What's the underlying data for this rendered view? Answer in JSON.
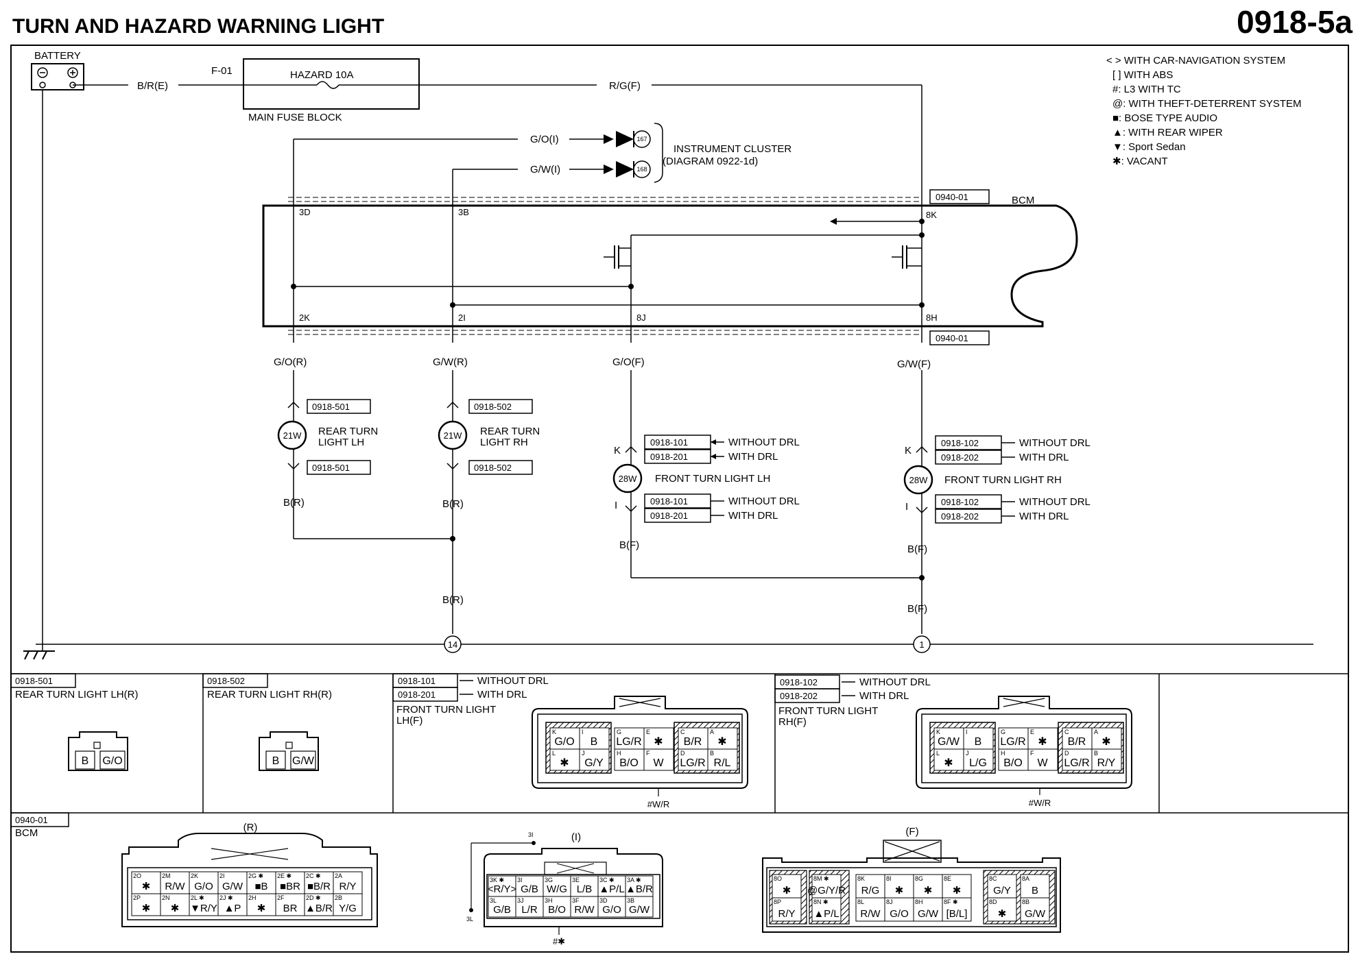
{
  "page": {
    "title": "TURN AND HAZARD WARNING LIGHT",
    "code": "0918-5a"
  },
  "legend": [
    "< > WITH CAR-NAVIGATION SYSTEM",
    "[ ] WITH ABS",
    "#: L3 WITH TC",
    "@: WITH THEFT-DETERRENT SYSTEM",
    "■: BOSE TYPE AUDIO",
    "▲: WITH REAR WIPER",
    "▼: Sport Sedan",
    "✱: VACANT"
  ],
  "labels": {
    "battery": "BATTERY",
    "fuse_id": "F-01",
    "fuse_name": "HAZARD 10A",
    "fuse_block": "MAIN FUSE BLOCK",
    "wire_battery": "B/R(E)",
    "wire_fuse_out": "R/G(F)",
    "ic_wire_1": "G/O(I)",
    "ic_wire_2": "G/W(I)",
    "ic_pin_1": "167",
    "ic_pin_2": "168",
    "ic_name_1": "INSTRUMENT CLUSTER",
    "ic_name_2": "(DIAGRAM 0922-1d)",
    "bcm_ref": "0940-01",
    "bcm": "BCM",
    "pin_3d": "3D",
    "pin_3b": "3B",
    "pin_8k": "8K",
    "pin_2k": "2K",
    "pin_2i": "2I",
    "pin_8j": "8J",
    "pin_8h": "8H",
    "w_go_r": "G/O(R)",
    "w_gw_r": "G/W(R)",
    "w_go_f": "G/O(F)",
    "w_gw_f": "G/W(F)",
    "ref_501": "0918-501",
    "ref_502": "0918-502",
    "ref_101": "0918-101",
    "ref_201": "0918-201",
    "ref_102": "0918-102",
    "ref_202": "0918-202",
    "watt_21": "21W",
    "watt_28": "28W",
    "rear_lh_1": "REAR TURN",
    "rear_lh_2": "LIGHT LH",
    "rear_rh_1": "REAR TURN",
    "rear_rh_2": "LIGHT RH",
    "front_lh": "FRONT TURN LIGHT LH",
    "front_rh": "FRONT TURN LIGHT RH",
    "without_drl": "WITHOUT DRL",
    "with_drl": "WITH DRL",
    "pin_k": "K",
    "pin_i": "I",
    "w_b_r": "B(R)",
    "w_b_f": "B(F)",
    "ground_14": "14",
    "ground_1": "1"
  },
  "panels": {
    "p501_title": "REAR TURN LIGHT LH(R)",
    "p502_title": "REAR TURN LIGHT RH(R)",
    "front_lh_title_1": "FRONT TURN LIGHT",
    "front_lh_title_2": "LH(F)",
    "front_rh_title_1": "FRONT TURN LIGHT",
    "front_rh_title_2": "RH(F)",
    "bcm_title": "BCM",
    "conn_r": "(R)",
    "conn_i": "(I)",
    "conn_f": "(F)",
    "lh_r_cells": [
      "B",
      "G/O"
    ],
    "rh_r_cells": [
      "B",
      "G/W"
    ],
    "front_lh_pins_top": [
      "K",
      "I",
      "G",
      "E",
      "C",
      "A"
    ],
    "front_lh_cells_top": [
      "G/O",
      "B",
      "LG/R",
      "✱",
      "B/R",
      "✱"
    ],
    "front_lh_pins_bot": [
      "L",
      "J",
      "H",
      "F",
      "D",
      "B"
    ],
    "front_lh_cells_bot": [
      "✱",
      "G/Y",
      "B/O",
      "W",
      "LG/R",
      "R/L"
    ],
    "front_rh_pins_top": [
      "K",
      "I",
      "G",
      "E",
      "C",
      "A"
    ],
    "front_rh_cells_top": [
      "G/W",
      "B",
      "LG/R",
      "✱",
      "B/R",
      "✱"
    ],
    "front_rh_pins_bot": [
      "L",
      "J",
      "H",
      "F",
      "D",
      "B"
    ],
    "front_rh_cells_bot": [
      "✱",
      "L/G",
      "B/O",
      "W",
      "LG/R",
      "R/Y"
    ],
    "front_note": "#W/R",
    "bcm_r_pins_top": [
      "2O",
      "2M",
      "2K",
      "2I",
      "2G ✱",
      "2E ✱",
      "2C ✱",
      "2A"
    ],
    "bcm_r_cells_top": [
      "✱",
      "R/W",
      "G/O",
      "G/W",
      "■B",
      "■BR",
      "■B/R",
      "R/Y"
    ],
    "bcm_r_pins_bot": [
      "2P",
      "2N",
      "2L ✱",
      "2J ✱",
      "2H",
      "2F",
      "2D ✱",
      "2B"
    ],
    "bcm_r_cells_bot": [
      "✱",
      "✱",
      "▼R/Y",
      "▲P",
      "✱",
      "BR",
      "▲B/R",
      "Y/G"
    ],
    "bcm_i_pins_top": [
      "3K ✱",
      "3I",
      "3G",
      "3E",
      "3C ✱",
      "3A ✱"
    ],
    "bcm_i_cells_top": [
      "<R/Y>",
      "G/B",
      "W/G",
      "L/B",
      "▲P/L",
      "▲B/R"
    ],
    "bcm_i_pins_bot": [
      "3L",
      "3J",
      "3H",
      "3F",
      "3D",
      "3B"
    ],
    "bcm_i_cells_bot": [
      "G/B",
      "L/R",
      "B/O",
      "R/W",
      "G/O",
      "G/W"
    ],
    "bcm_i_note": "#✱",
    "bcm_i_3i": "3I",
    "bcm_i_3l": "3L",
    "bcm_f_pins_top": [
      "8O",
      "8M ✱",
      "8K",
      "8I",
      "8G",
      "8E",
      "8C",
      "8A"
    ],
    "bcm_f_cells_top": [
      "✱",
      "@G/Y/R",
      "R/G",
      "✱",
      "✱",
      "✱",
      "G/Y",
      "B"
    ],
    "bcm_f_pins_bot": [
      "8P",
      "8N ✱",
      "8L",
      "8J",
      "8H",
      "8F ✱",
      "8D",
      "8B"
    ],
    "bcm_f_cells_bot": [
      "R/Y",
      "▲P/L",
      "R/W",
      "G/O",
      "G/W",
      "[B/L]",
      "✱",
      "G/W"
    ]
  }
}
